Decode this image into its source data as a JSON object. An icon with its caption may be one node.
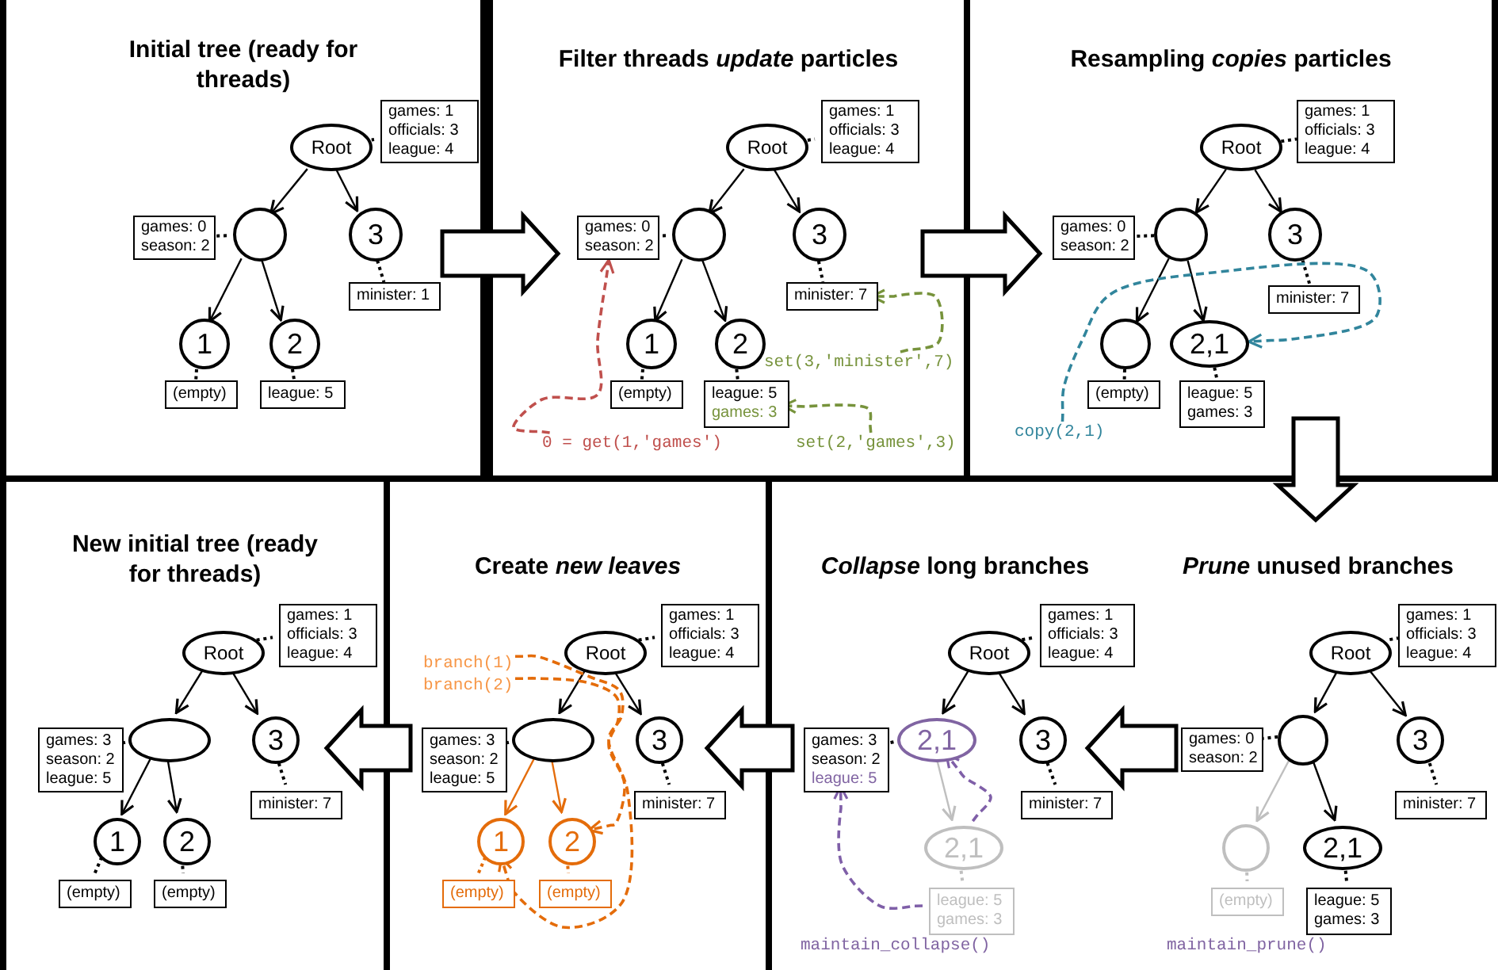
{
  "diagram": {
    "nodes": [
      {
        "text": [
          "Initial tree (ready for threads)"
        ]
      },
      {
        "text": [
          "Root"
        ],
        "in": 0
      },
      {
        "text": [
          "games: 1",
          "officials: 3",
          "league: 4"
        ],
        "in": 0
      },
      {
        "text": [],
        "shape": "circle",
        "in": 0
      },
      {
        "text": [
          "games: 0",
          "season: 2"
        ],
        "in": 0
      },
      {
        "text": [
          "3"
        ],
        "in": 0
      },
      {
        "text": [
          "minister: 1"
        ],
        "in": 0
      },
      {
        "text": [
          "1"
        ],
        "in": 0
      },
      {
        "text": [
          "2"
        ],
        "in": 0
      },
      {
        "text": [
          "(empty)"
        ],
        "in": 0
      },
      {
        "text": [
          "league: 5"
        ],
        "in": 0
      },
      {
        "text": [
          "Filter threads *update* particles"
        ]
      },
      {
        "text": [
          "Root"
        ],
        "in": 11
      },
      {
        "text": [
          "games: 1",
          "officials: 3",
          "league: 4"
        ],
        "in": 11
      },
      {
        "text": [],
        "shape": "circle",
        "in": 11
      },
      {
        "text": [
          "games: 0",
          "season: 2"
        ],
        "in": 11
      },
      {
        "text": [
          "3"
        ],
        "in": 11
      },
      {
        "text": [
          "minister: 7"
        ],
        "in": 11
      },
      {
        "text": [
          "1"
        ],
        "in": 11
      },
      {
        "text": [
          "2"
        ],
        "in": 11
      },
      {
        "text": [
          "(empty)"
        ],
        "in": 11
      },
      {
        "text": [
          "league: 5",
          "games: 3"
        ],
        "in": 11
      },
      {
        "text": [
          "0 = get(1,'games')"
        ],
        "in": 11
      },
      {
        "text": [
          "set(3,'minister',7)"
        ],
        "in": 11
      },
      {
        "text": [
          "set(2,'games',3)"
        ],
        "in": 11
      },
      {
        "text": [
          "Resampling *copies* particles"
        ]
      },
      {
        "text": [
          "Root"
        ],
        "in": 25
      },
      {
        "text": [
          "games: 1",
          "officials: 3",
          "league: 4"
        ],
        "in": 25
      },
      {
        "text": [],
        "shape": "circle",
        "in": 25
      },
      {
        "text": [
          "games: 0",
          "season: 2"
        ],
        "in": 25
      },
      {
        "text": [
          "3"
        ],
        "in": 25
      },
      {
        "text": [
          "minister: 7"
        ],
        "in": 25
      },
      {
        "text": [],
        "shape": "circle",
        "in": 25
      },
      {
        "text": [
          "2,1"
        ],
        "in": 25
      },
      {
        "text": [
          "(empty)"
        ],
        "in": 25
      },
      {
        "text": [
          "league: 5",
          "games: 3"
        ],
        "in": 25
      },
      {
        "text": [
          "copy(2,1)"
        ],
        "in": 25
      },
      {
        "text": [
          "New initial tree (ready for threads)"
        ]
      },
      {
        "text": [
          "Root"
        ],
        "in": 37
      },
      {
        "text": [
          "games: 1",
          "officials: 3",
          "league: 4"
        ],
        "in": 37
      },
      {
        "text": [],
        "shape": "ellipse",
        "in": 37
      },
      {
        "text": [
          "games: 3",
          "season: 2",
          "league: 5"
        ],
        "in": 37
      },
      {
        "text": [
          "3"
        ],
        "in": 37
      },
      {
        "text": [
          "minister: 7"
        ],
        "in": 37
      },
      {
        "text": [
          "1"
        ],
        "in": 37
      },
      {
        "text": [
          "2"
        ],
        "in": 37
      },
      {
        "text": [
          "(empty)"
        ],
        "in": 37
      },
      {
        "text": [
          "(empty)"
        ],
        "in": 37
      },
      {
        "text": [
          "Create *new leaves*"
        ]
      },
      {
        "text": [
          "Root"
        ],
        "in": 48
      },
      {
        "text": [
          "games: 1",
          "officials: 3",
          "league: 4"
        ],
        "in": 48
      },
      {
        "text": [
          "branch(1)"
        ],
        "in": 48
      },
      {
        "text": [
          "branch(2)"
        ],
        "in": 48
      },
      {
        "text": [],
        "shape": "ellipse",
        "in": 48
      },
      {
        "text": [
          "games: 3",
          "season: 2",
          "league: 5"
        ],
        "in": 48
      },
      {
        "text": [
          "3"
        ],
        "in": 48
      },
      {
        "text": [
          "minister: 7"
        ],
        "in": 48
      },
      {
        "text": [
          "1"
        ],
        "in": 48
      },
      {
        "text": [
          "2"
        ],
        "in": 48
      },
      {
        "text": [
          "(empty)"
        ],
        "in": 48
      },
      {
        "text": [
          "(empty)"
        ],
        "in": 48
      },
      {
        "text": [
          "*Collapse* long branches"
        ]
      },
      {
        "text": [
          "Root"
        ],
        "in": 61
      },
      {
        "text": [
          "games: 1",
          "officials: 3",
          "league: 4"
        ],
        "in": 61
      },
      {
        "text": [
          "2,1"
        ],
        "in": 61
      },
      {
        "text": [
          "games: 3",
          "season: 2",
          "league: 5"
        ],
        "in": 61
      },
      {
        "text": [
          "3"
        ],
        "in": 61
      },
      {
        "text": [
          "minister: 7"
        ],
        "in": 61
      },
      {
        "text": [
          "2,1"
        ],
        "in": 61
      },
      {
        "text": [
          "league: 5",
          "games: 3"
        ],
        "in": 61
      },
      {
        "text": [
          "*Prune* unused branches"
        ]
      },
      {
        "text": [
          "Root"
        ],
        "in": 70
      },
      {
        "text": [
          "games: 1",
          "officials: 3",
          "league: 4"
        ],
        "in": 70
      },
      {
        "text": [],
        "shape": "circle",
        "in": 70
      },
      {
        "text": [
          "games: 0",
          "season: 2"
        ],
        "in": 70
      },
      {
        "text": [
          "3"
        ],
        "in": 70
      },
      {
        "text": [
          "minister: 7"
        ],
        "in": 70
      },
      {
        "text": [],
        "shape": "circle",
        "in": 70
      },
      {
        "text": [
          "2,1"
        ],
        "in": 70
      },
      {
        "text": [
          "(empty)"
        ],
        "in": 70
      },
      {
        "text": [
          "league: 5",
          "games: 3"
        ],
        "in": 70
      }
    ],
    "edges": [
      {
        "from": 1,
        "to": 3,
        "arrow": "to"
      },
      {
        "from": 1,
        "to": 5,
        "arrow": "to"
      },
      {
        "from": 3,
        "to": 7,
        "arrow": "to"
      },
      {
        "from": 3,
        "to": 8,
        "arrow": "to"
      },
      {
        "from": 1,
        "to": 2,
        "arrow": "none",
        "style": "dashed"
      },
      {
        "from": 3,
        "to": 4,
        "arrow": "none",
        "style": "dashed"
      },
      {
        "from": 5,
        "to": 6,
        "arrow": "none",
        "style": "dashed"
      },
      {
        "from": 7,
        "to": 9,
        "arrow": "none",
        "style": "dashed"
      },
      {
        "from": 8,
        "to": 10,
        "arrow": "none",
        "style": "dashed"
      },
      {
        "from": 12,
        "to": 14,
        "arrow": "to"
      },
      {
        "from": 12,
        "to": 16,
        "arrow": "to"
      },
      {
        "from": 14,
        "to": 18,
        "arrow": "to"
      },
      {
        "from": 14,
        "to": 19,
        "arrow": "to"
      },
      {
        "from": 12,
        "to": 13,
        "arrow": "none",
        "style": "dashed"
      },
      {
        "from": 14,
        "to": 15,
        "arrow": "none",
        "style": "dashed"
      },
      {
        "from": 16,
        "to": 17,
        "arrow": "none",
        "style": "dashed"
      },
      {
        "from": 18,
        "to": 20,
        "arrow": "none",
        "style": "dashed"
      },
      {
        "from": 19,
        "to": 21,
        "arrow": "none",
        "style": "dashed"
      },
      {
        "from": 22,
        "to": 15,
        "arrow": "to",
        "style": "dashed",
        "color": "#c0504d"
      },
      {
        "from": 23,
        "to": 17,
        "arrow": "to",
        "style": "dashed",
        "color": "#77933c"
      },
      {
        "from": 24,
        "to": 21,
        "arrow": "to",
        "style": "dashed",
        "color": "#77933c"
      },
      {
        "from": 26,
        "to": 28,
        "arrow": "to"
      },
      {
        "from": 26,
        "to": 30,
        "arrow": "to"
      },
      {
        "from": 28,
        "to": 32,
        "arrow": "to"
      },
      {
        "from": 28,
        "to": 33,
        "arrow": "to"
      },
      {
        "from": 26,
        "to": 27,
        "arrow": "none",
        "style": "dashed"
      },
      {
        "from": 28,
        "to": 29,
        "arrow": "none",
        "style": "dashed"
      },
      {
        "from": 30,
        "to": 31,
        "arrow": "none",
        "style": "dashed"
      },
      {
        "from": 32,
        "to": 34,
        "arrow": "none",
        "style": "dashed"
      },
      {
        "from": 33,
        "to": 35,
        "arrow": "none",
        "style": "dashed"
      },
      {
        "from": 36,
        "to": 33,
        "arrow": "to",
        "style": "dashed",
        "color": "#31859c"
      },
      {
        "from": 38,
        "to": 40,
        "arrow": "to"
      },
      {
        "from": 38,
        "to": 42,
        "arrow": "to"
      },
      {
        "from": 40,
        "to": 44,
        "arrow": "to"
      },
      {
        "from": 40,
        "to": 45,
        "arrow": "to"
      },
      {
        "from": 38,
        "to": 39,
        "arrow": "none",
        "style": "dashed"
      },
      {
        "from": 40,
        "to": 41,
        "arrow": "none",
        "style": "dashed"
      },
      {
        "from": 42,
        "to": 43,
        "arrow": "none",
        "style": "dashed"
      },
      {
        "from": 44,
        "to": 46,
        "arrow": "none",
        "style": "dashed"
      },
      {
        "from": 45,
        "to": 47,
        "arrow": "none",
        "style": "dashed"
      },
      {
        "from": 49,
        "to": 53,
        "arrow": "to"
      },
      {
        "from": 49,
        "to": 55,
        "arrow": "to"
      },
      {
        "from": 53,
        "to": 57,
        "arrow": "to",
        "color": "#e46c0a"
      },
      {
        "from": 53,
        "to": 58,
        "arrow": "to",
        "color": "#e46c0a"
      },
      {
        "from": 49,
        "to": 50,
        "arrow": "none",
        "style": "dashed"
      },
      {
        "from": 53,
        "to": 54,
        "arrow": "none",
        "style": "dashed"
      },
      {
        "from": 55,
        "to": 56,
        "arrow": "none",
        "style": "dashed"
      },
      {
        "from": 57,
        "to": 59,
        "arrow": "none",
        "style": "dashed",
        "color": "#e46c0a"
      },
      {
        "from": 58,
        "to": 60,
        "arrow": "none",
        "style": "dashed",
        "color": "#e46c0a"
      },
      {
        "from": 51,
        "to": 57,
        "arrow": "to",
        "style": "dashed",
        "color": "#e46c0a"
      },
      {
        "from": 52,
        "to": 58,
        "arrow": "to",
        "style": "dashed",
        "color": "#e46c0a"
      },
      {
        "from": 62,
        "to": 64,
        "arrow": "to"
      },
      {
        "from": 62,
        "to": 66,
        "arrow": "to"
      },
      {
        "from": 64,
        "to": 68,
        "arrow": "to",
        "color": "#bfbfbf"
      },
      {
        "from": 62,
        "to": 63,
        "arrow": "none",
        "style": "dashed"
      },
      {
        "from": 64,
        "to": 65,
        "arrow": "none",
        "style": "dashed"
      },
      {
        "from": 66,
        "to": 67,
        "arrow": "none",
        "style": "dashed"
      },
      {
        "from": 68,
        "to": 69,
        "arrow": "none",
        "style": "dashed",
        "color": "#bfbfbf"
      },
      {
        "from": 69,
        "to": 65,
        "arrow": "to",
        "style": "dashed",
        "color": "#7f5fa8"
      },
      {
        "from": 68,
        "to": 64,
        "arrow": "to",
        "style": "dashed",
        "color": "#7f5fa8"
      },
      {
        "from": 71,
        "to": 73,
        "arrow": "to"
      },
      {
        "from": 71,
        "to": 75,
        "arrow": "to"
      },
      {
        "from": 73,
        "to": 77,
        "arrow": "to",
        "color": "#bfbfbf"
      },
      {
        "from": 73,
        "to": 78,
        "arrow": "to"
      },
      {
        "from": 71,
        "to": 72,
        "arrow": "none",
        "style": "dashed"
      },
      {
        "from": 73,
        "to": 74,
        "arrow": "none",
        "style": "dashed"
      },
      {
        "from": 75,
        "to": 76,
        "arrow": "none",
        "style": "dashed"
      },
      {
        "from": 77,
        "to": 79,
        "arrow": "none",
        "style": "dashed",
        "color": "#bfbfbf"
      },
      {
        "from": 78,
        "to": 80,
        "arrow": "none",
        "style": "dashed"
      },
      {
        "from": 0,
        "to": 11,
        "arrow": "to",
        "style": "thick"
      },
      {
        "from": 11,
        "to": 25,
        "arrow": "to",
        "style": "thick"
      },
      {
        "from": 25,
        "to": 70,
        "arrow": "to",
        "style": "thick"
      },
      {
        "from": 70,
        "to": 61,
        "arrow": "to",
        "style": "thick"
      },
      {
        "from": 61,
        "to": 48,
        "arrow": "to",
        "style": "thick"
      },
      {
        "from": 48,
        "to": 37,
        "arrow": "to",
        "style": "thick"
      }
    ],
    "labels": [
      "maintain_collapse()",
      "maintain_prune()"
    ]
  }
}
